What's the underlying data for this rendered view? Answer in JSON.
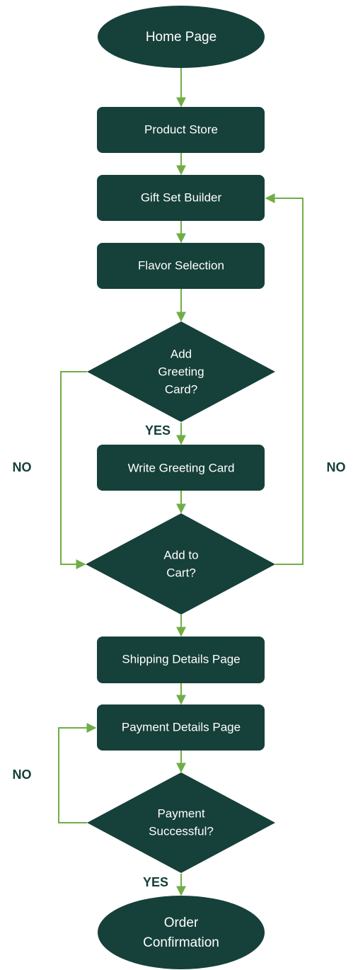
{
  "colors": {
    "node_fill": "#16403a",
    "node_text": "#ffffff",
    "connector": "#70ad47",
    "label_text": "#16403a"
  },
  "nodes": {
    "home": "Home Page",
    "product_store": "Product Store",
    "gift_set_builder": "Gift Set Builder",
    "flavor_selection": "Flavor Selection",
    "add_greeting_card": [
      "Add",
      "Greeting",
      "Card?"
    ],
    "write_greeting_card": "Write Greeting Card",
    "add_to_cart": [
      "Add to",
      "Cart?"
    ],
    "shipping_details": "Shipping Details Page",
    "payment_details": "Payment Details Page",
    "payment_successful": [
      "Payment",
      "Successful?"
    ],
    "order_confirmation": [
      "Order",
      "Confirmation"
    ]
  },
  "edge_labels": {
    "greeting_yes": "YES",
    "greeting_no": "NO",
    "cart_no": "NO",
    "payment_no": "NO",
    "payment_yes": "YES"
  }
}
